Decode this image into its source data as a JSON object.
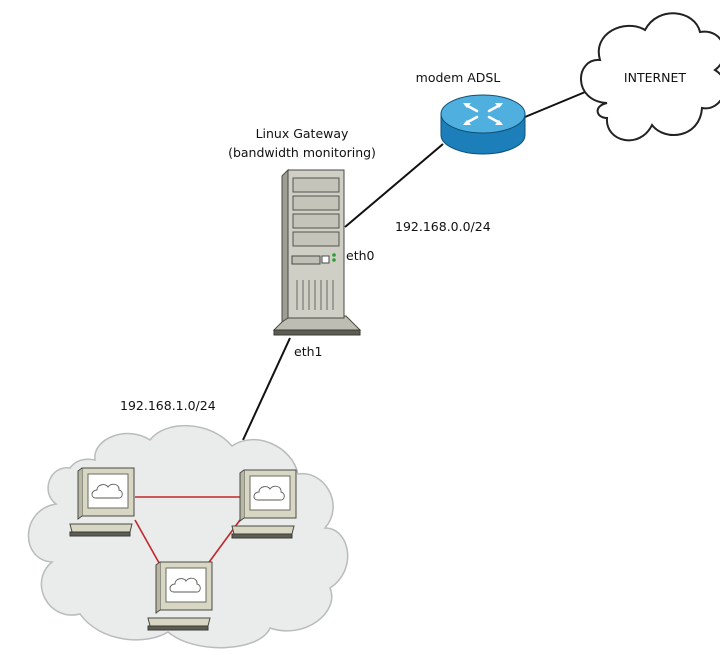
{
  "labels": {
    "internet": "INTERNET",
    "modem": "modem ADSL",
    "gateway_line1": "Linux Gateway",
    "gateway_line2": "(bandwidth monitoring)",
    "wan_subnet": "192.168.0.0/24",
    "lan_subnet": "192.168.1.0/24",
    "eth0": "eth0",
    "eth1": "eth1"
  },
  "colors": {
    "link_line": "#111111",
    "lan_link": "#c0282c",
    "router_body": "#1c7fb9",
    "router_top": "#4fb0df",
    "server_body": "#cfcfc6",
    "server_outline": "#4a4a45",
    "lan_cloud_fill": "#e9eceb",
    "internet_cloud_fill": "#ffffff",
    "workstation_body": "#d8d7c4",
    "screen": "#ffffff"
  },
  "icons": {
    "internet": "cloud-icon",
    "modem": "router-icon",
    "gateway": "server-tower-icon",
    "workstation": "workstation-icon",
    "lan": "cloud-icon"
  }
}
